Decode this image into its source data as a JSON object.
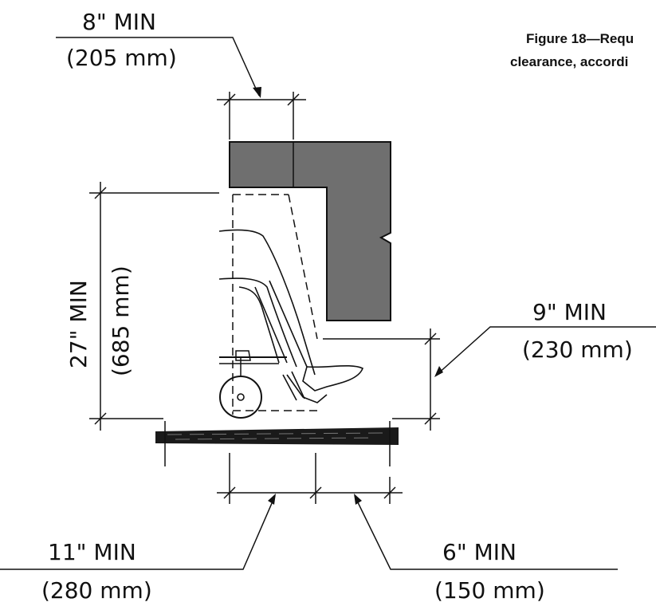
{
  "figure_caption": {
    "line1": "Figure 18—Requ",
    "line2": "clearance, accordi"
  },
  "dimensions": {
    "top_width": {
      "label": "8\" MIN",
      "metric": "(205 mm)"
    },
    "knee_height": {
      "label": "27\" MIN",
      "metric": "(685 mm)"
    },
    "toe_height": {
      "label": "9\" MIN",
      "metric": "(230 mm)"
    },
    "knee_depth": {
      "label": "11\" MIN",
      "metric": "(280 mm)"
    },
    "toe_depth": {
      "label": "6\" MIN",
      "metric": "(150 mm)"
    }
  },
  "colors": {
    "counter_fill": "#6f6f6f",
    "line": "#111111",
    "floor": "#1a1a1a"
  }
}
